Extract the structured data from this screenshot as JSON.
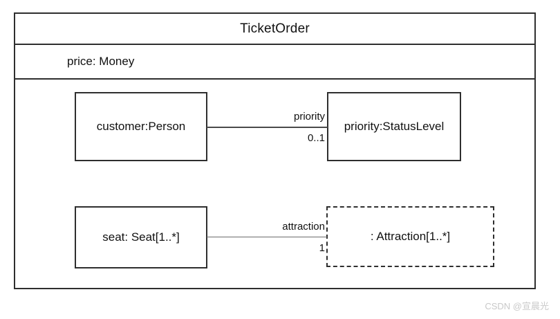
{
  "diagram": {
    "type": "uml-composite-structure",
    "class": {
      "name": "TicketOrder",
      "attribute": "price: Money"
    },
    "parts": [
      {
        "id": "customer",
        "label": "customer:Person",
        "border": "solid"
      },
      {
        "id": "priority",
        "label": "priority:StatusLevel",
        "border": "solid"
      },
      {
        "id": "seat",
        "label": "seat: Seat[1..*]",
        "border": "solid"
      },
      {
        "id": "attraction",
        "label": ": Attraction[1..*]",
        "border": "dashed"
      }
    ],
    "connectors": [
      {
        "id": "customer-to-priority",
        "from": "customer",
        "to": "priority",
        "role": "priority",
        "multiplicity": "0..1"
      },
      {
        "id": "seat-to-attraction",
        "from": "seat",
        "to": "attraction",
        "role": "attraction",
        "multiplicity": "1"
      }
    ]
  },
  "watermark": {
    "text": "CSDN @宣晨光"
  },
  "colors": {
    "border": "#2e2e2e",
    "connector": "#4a4a4a",
    "text": "#111111",
    "background": "#ffffff",
    "watermark": "#c9c9c9"
  }
}
